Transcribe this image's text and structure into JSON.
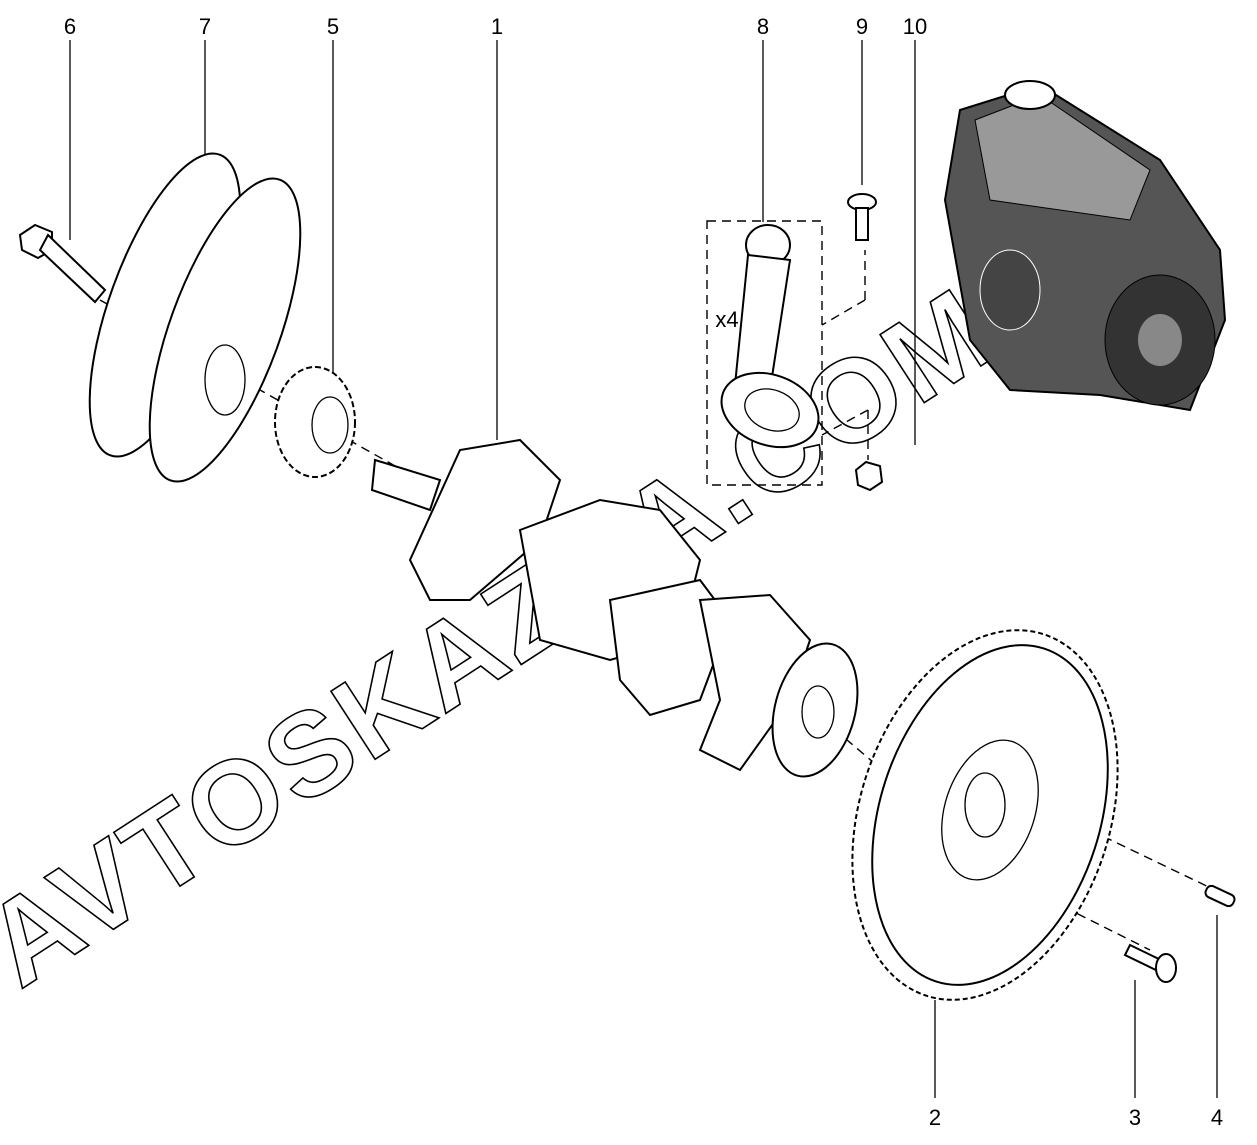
{
  "diagram": {
    "callouts": [
      {
        "id": "6",
        "text": "6"
      },
      {
        "id": "7",
        "text": "7"
      },
      {
        "id": "5",
        "text": "5"
      },
      {
        "id": "1",
        "text": "1"
      },
      {
        "id": "8",
        "text": "8"
      },
      {
        "id": "9",
        "text": "9"
      },
      {
        "id": "10",
        "text": "10"
      },
      {
        "id": "2",
        "text": "2"
      },
      {
        "id": "3",
        "text": "3"
      },
      {
        "id": "4",
        "text": "4"
      }
    ],
    "quantity_note": "x4",
    "watermark": "AVTOSKAZKA.COM"
  }
}
